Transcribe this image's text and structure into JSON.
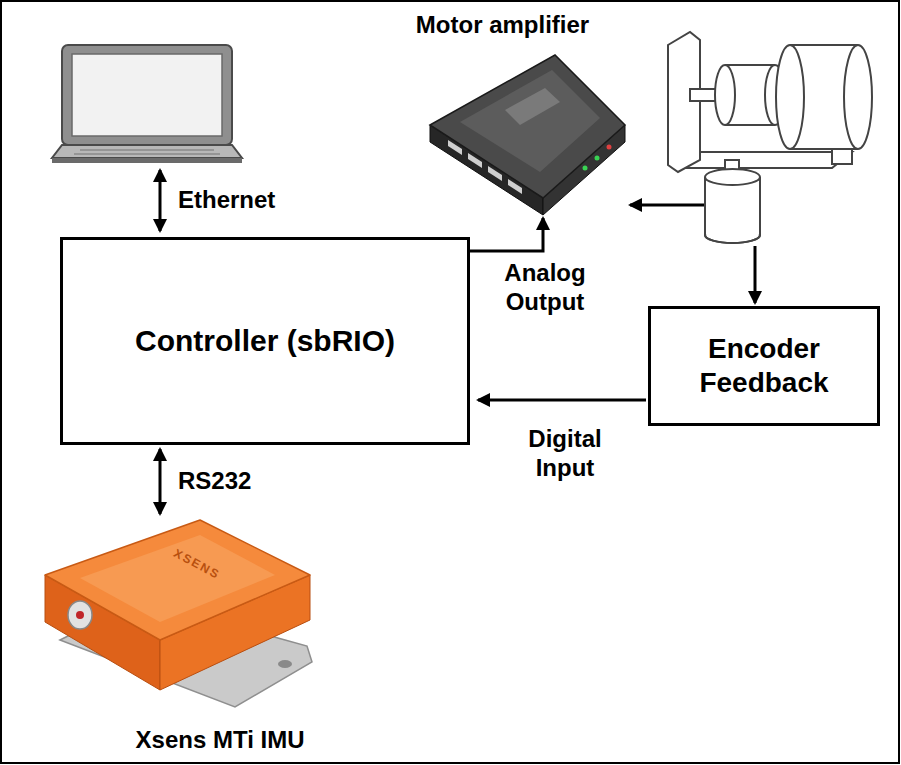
{
  "diagram": {
    "nodes": [
      {
        "text": [
          "Motor amplifier"
        ]
      },
      {
        "text": [
          "Controller (sbRIO)"
        ]
      },
      {
        "text": [
          "Encoder Feedback"
        ]
      },
      {
        "text": [
          "Xsens MTi IMU"
        ]
      }
    ],
    "edges": [
      {
        "from": 1,
        "to": 0,
        "label": "Analog Output",
        "arrow": "to"
      },
      {
        "from": 2,
        "to": 1,
        "label": "Digital Input",
        "arrow": "to"
      },
      {
        "from": 1,
        "to": 3,
        "label": "RS232",
        "arrow": "both"
      }
    ],
    "labels": [
      "Ethernet",
      "XSENS"
    ]
  }
}
